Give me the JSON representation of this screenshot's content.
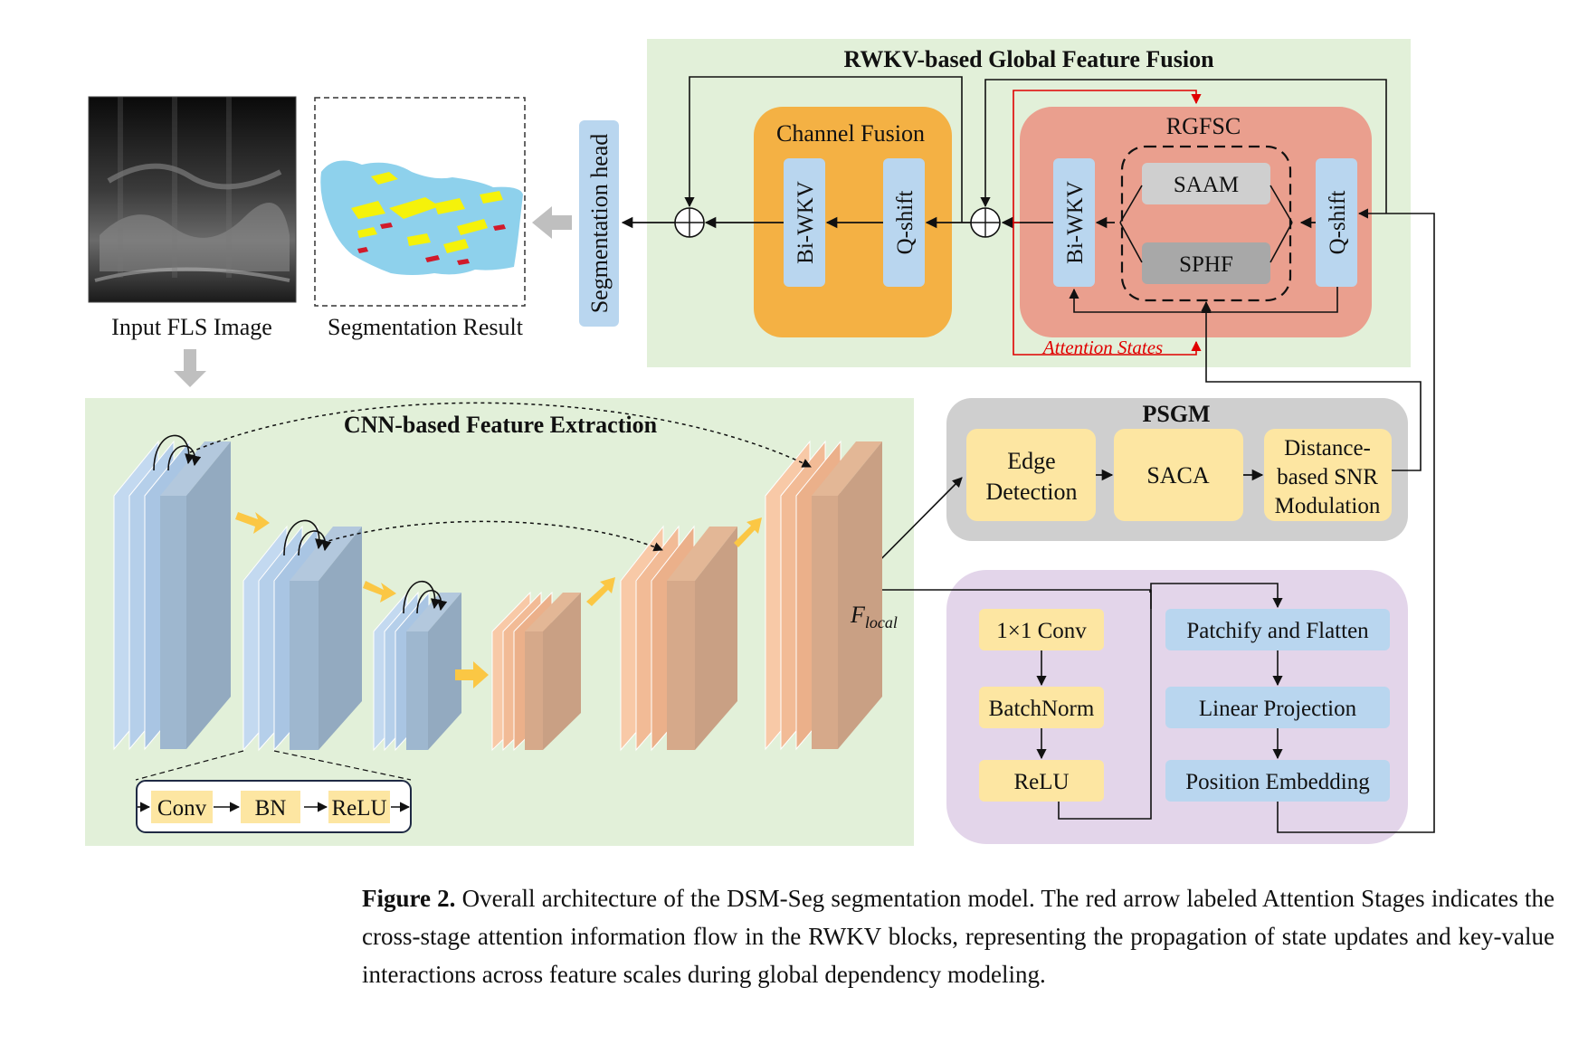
{
  "labels": {
    "input_image": "Input FLS Image",
    "seg_result": "Segmentation Result",
    "seg_head": "Segmentation head",
    "rwkv_title": "RWKV-based Global Feature Fusion",
    "channel_fusion": "Channel Fusion",
    "biwkv": "Bi-WKV",
    "qshift": "Q-shift",
    "rgfsc": "RGFSC",
    "saam": "SAAM",
    "sphf": "SPHF",
    "attention_states": "Attention States",
    "cnn_title": "CNN-based Feature Extraction",
    "psgm": "PSGM",
    "edge_line1": "Edge",
    "edge_line2": "Detection",
    "saca": "SACA",
    "dist_line1": "Distance-",
    "dist_line2": "based SNR",
    "dist_line3": "Modulation",
    "f_local_main": "F",
    "f_local_sub": "local",
    "conv1x1": "1×1 Conv",
    "batchnorm": "BatchNorm",
    "relu": "ReLU",
    "patchify": "Patchify and Flatten",
    "linear_proj": "Linear Projection",
    "pos_embed": "Position Embedding",
    "legend_conv": "Conv",
    "legend_bn": "BN",
    "legend_relu": "ReLU"
  },
  "caption": {
    "label": "Figure 2.",
    "text": " Overall architecture of the DSM-Seg segmentation model. The red arrow labeled Attention Stages indicates the cross-stage attention information flow in the RWKV blocks, representing the propagation of state updates and key-value interactions across feature scales during global dependency modeling."
  },
  "colors": {
    "green_panel": "#e2f0d9",
    "orange_block": "#f4b144",
    "salmon_block": "#ea9f8e",
    "blue_box": "#b9d6ef",
    "grey_panel": "#cfcfcf",
    "yellow_box": "#fde6a2",
    "purple_panel": "#e3d5ea",
    "red_arrow": "#e00000"
  }
}
